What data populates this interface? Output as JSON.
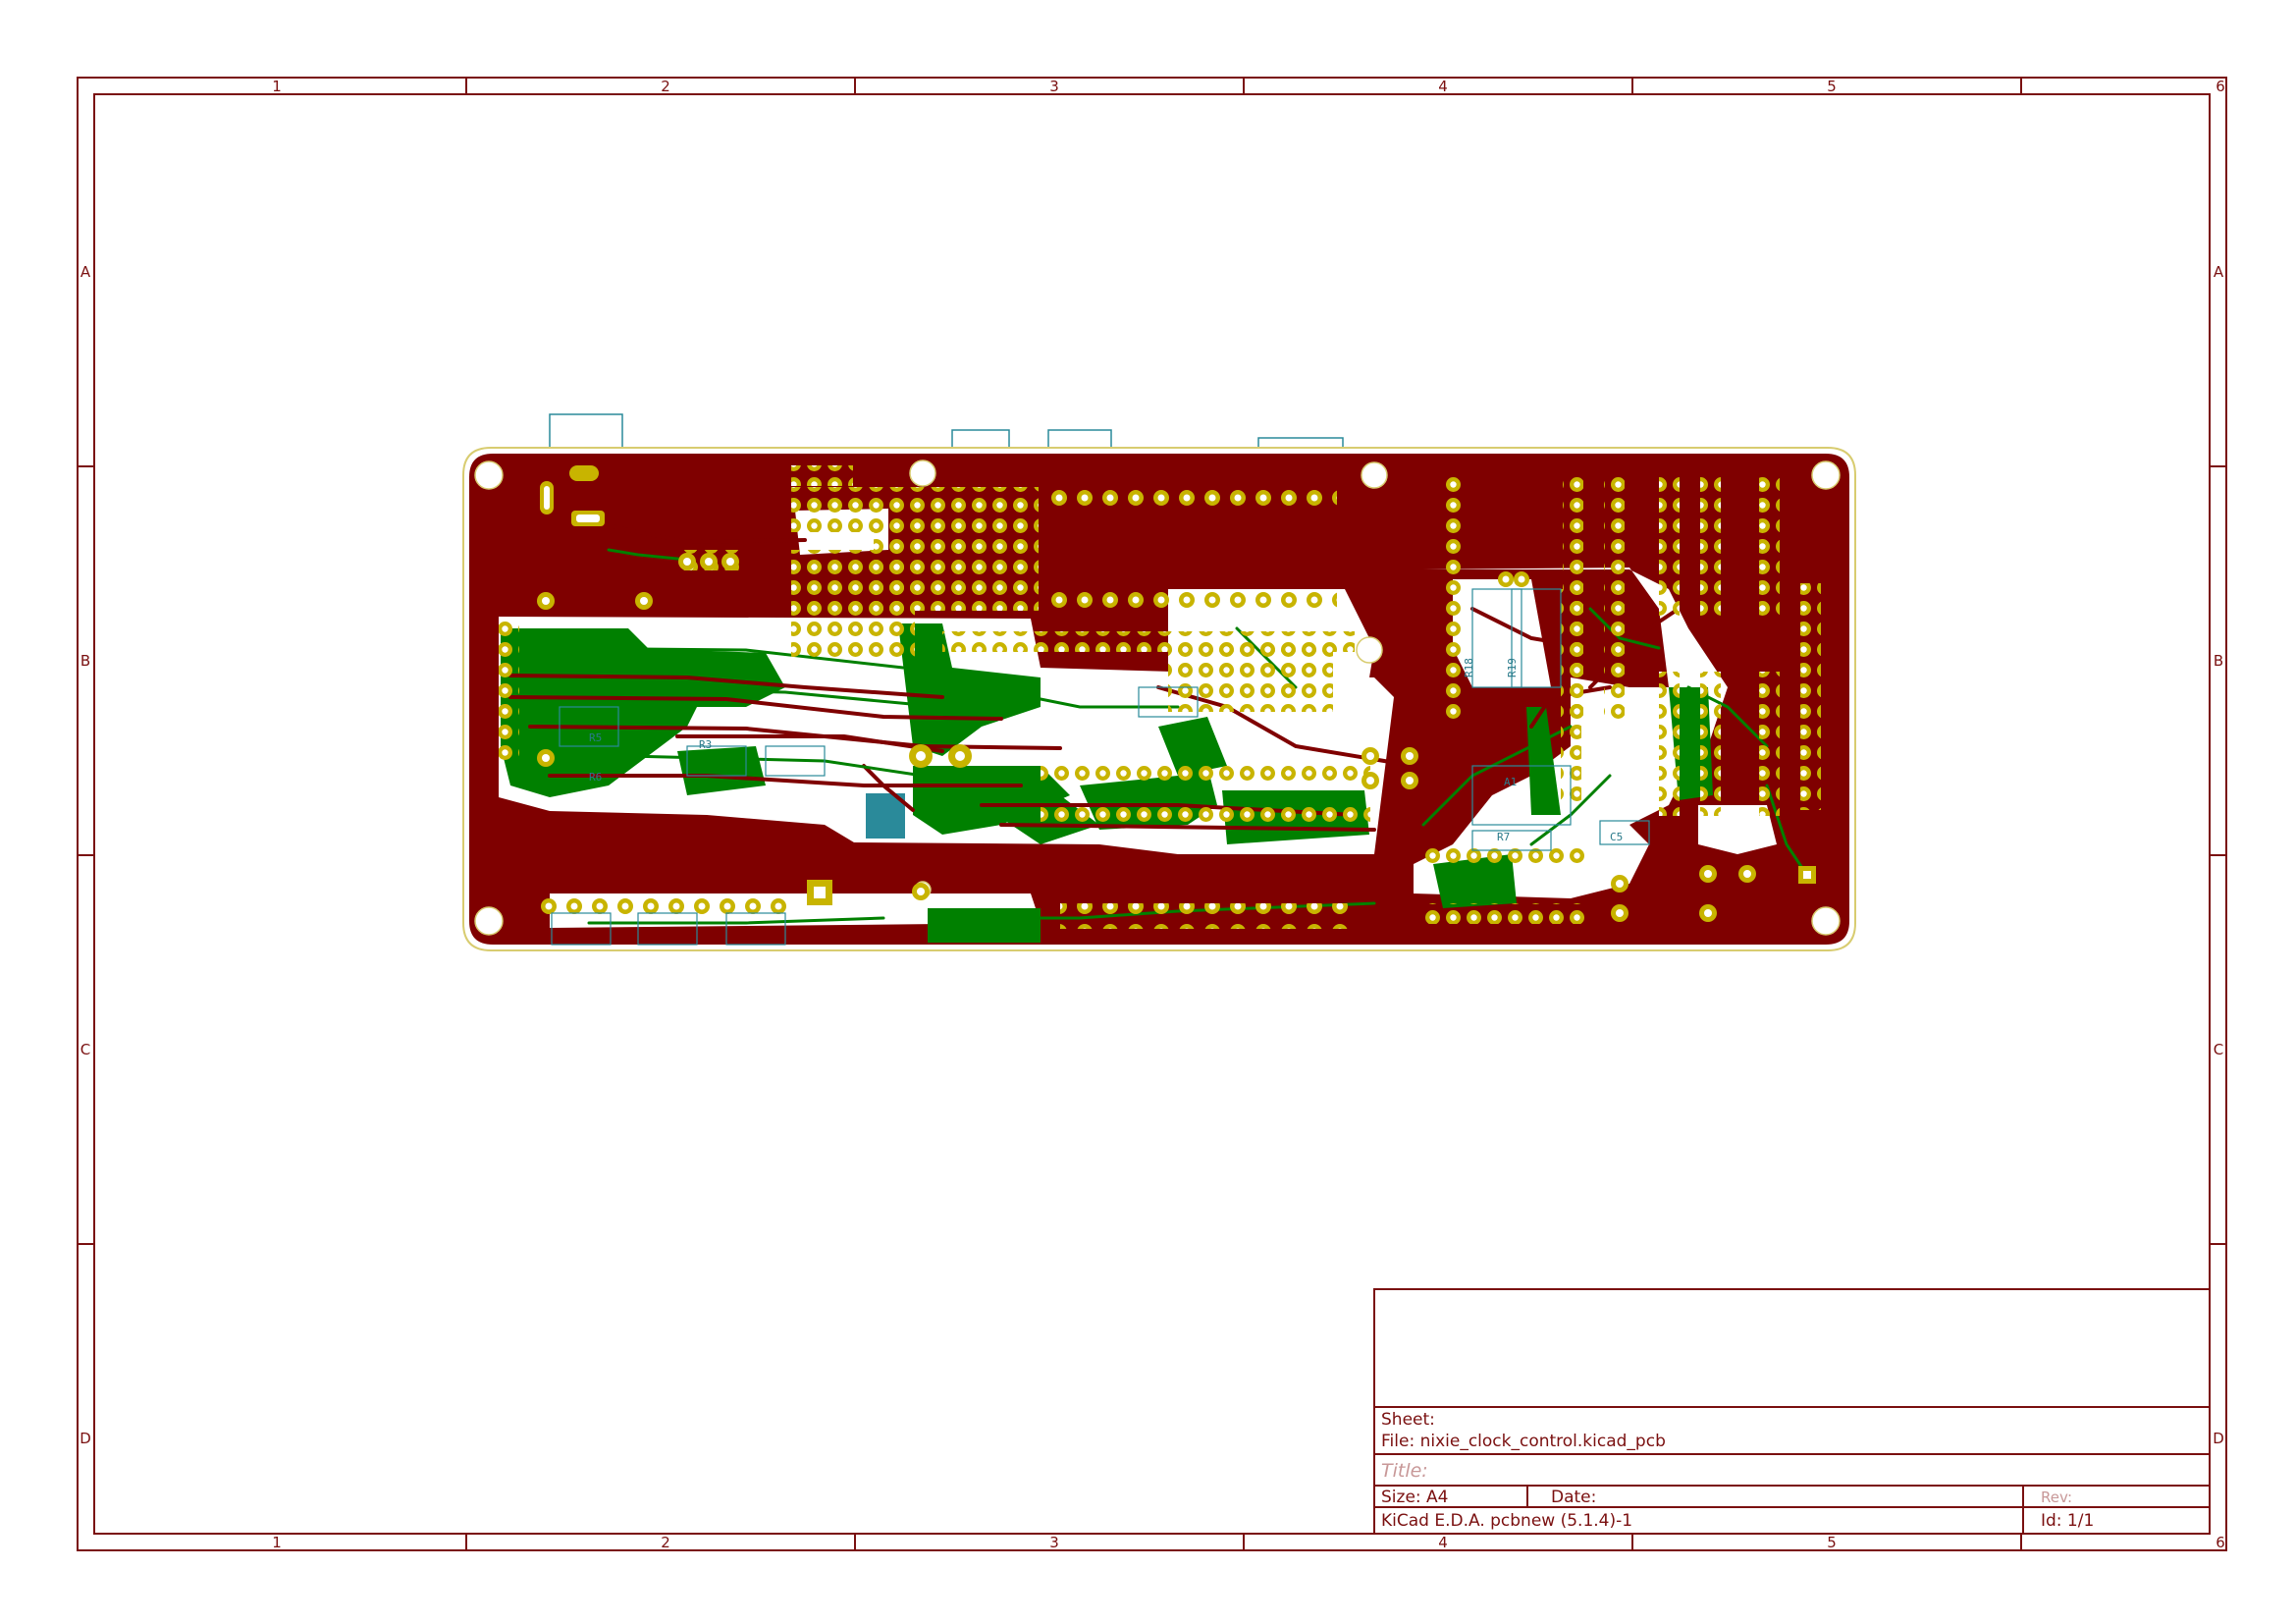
{
  "colors": {
    "frame": "#7a1010",
    "copper_top": "#7f0000",
    "copper_bottom": "#008000",
    "pad": "#c8b400",
    "pad_hole": "#ffffff",
    "silk": "#2a8a9a",
    "board_edge": "#d8cc70"
  },
  "grid": {
    "columns": [
      "1",
      "2",
      "3",
      "4",
      "5",
      "6"
    ],
    "rows": [
      "A",
      "B",
      "C",
      "D"
    ]
  },
  "title_block": {
    "sheet_label": "Sheet:",
    "file_label": "File: nixie_clock_control.kicad_pcb",
    "title_label": "Title:",
    "size_label": "Size: A4",
    "date_label": "Date:",
    "rev_label": "Rev:",
    "tool_label": "KiCad E.D.A.  pcbnew (5.1.4)-1",
    "id_label": "Id: 1/1"
  },
  "pcb": {
    "component_refs": [
      "R18",
      "R19",
      "A1",
      "R7",
      "C5",
      "R5",
      "R6",
      "R3"
    ]
  }
}
